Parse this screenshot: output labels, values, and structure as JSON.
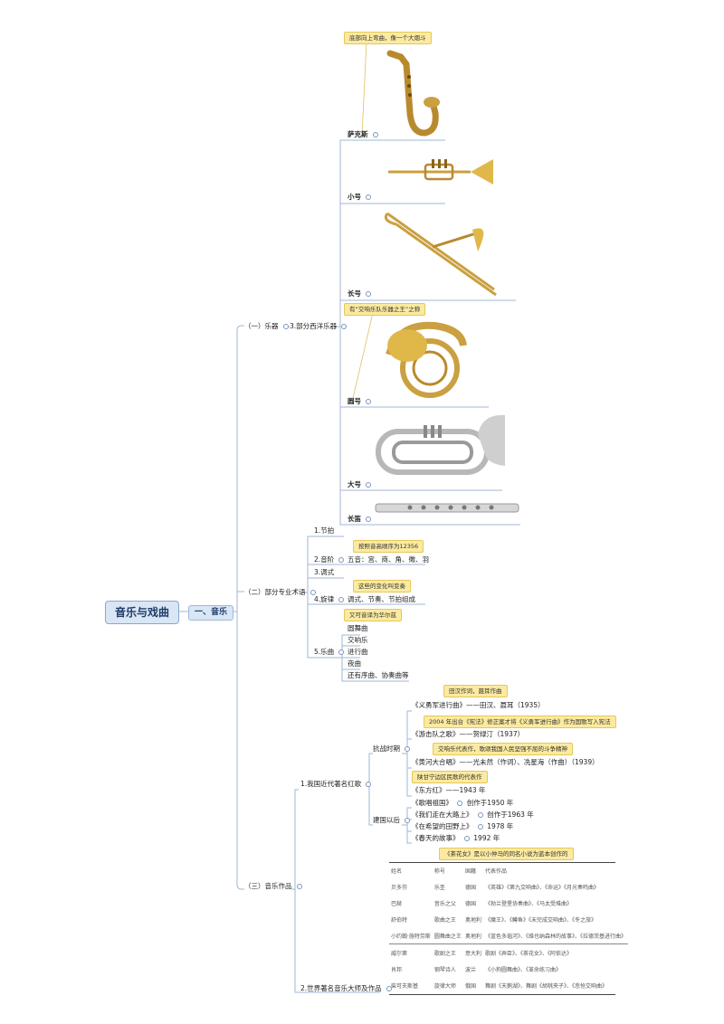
{
  "root": "音乐与戏曲",
  "level1": "一、音乐",
  "section1": {
    "label": "（一）乐器",
    "sub": "3.部分西洋乐器",
    "instruments": [
      {
        "name": "萨克斯",
        "note": "底部向上弯曲，像一个大烟斗",
        "icon": "saxophone-icon"
      },
      {
        "name": "小号",
        "icon": "trumpet-icon"
      },
      {
        "name": "长号",
        "icon": "trombone-icon"
      },
      {
        "name": "圆号",
        "note": "有“交响乐队乐器之王”之称",
        "icon": "french-horn-icon"
      },
      {
        "name": "大号",
        "icon": "tuba-icon"
      },
      {
        "name": "长笛",
        "icon": "flute-icon"
      }
    ]
  },
  "section2": {
    "label": "（二）部分专业术语",
    "terms": {
      "t1": "1.节拍",
      "t2": "2.音阶",
      "t2_note": "按照音高顺序为12356",
      "t2_detail": "五音：宫、商、角、徵、羽",
      "t3": "3.调式",
      "t4": "4.旋律",
      "t4_note": "这些的变化叫变奏",
      "t4_detail": "调式、节奏、节拍组成",
      "t5": "5.乐曲",
      "t5_note": "又可音译为华尔兹",
      "t5_items": [
        "圆舞曲",
        "交响乐",
        "进行曲",
        "夜曲",
        "还有序曲、协奏曲等"
      ]
    }
  },
  "section3": {
    "label": "（三）音乐作品",
    "sub1": "1.我国近代著名红歌",
    "war_label": "抗战时期",
    "war": [
      {
        "note": "田汉作词，聂耳作曲",
        "text": "《义勇军进行曲》——田汉、聂耳（1935）"
      },
      {
        "note": "2004 年出台《宪法》修正案才将《义勇军进行曲》作为国歌写入宪法",
        "text": "《游击队之歌》——贺绿汀（1937）"
      },
      {
        "note": "交响乐代表作，歌颂我国人民坚强不屈的斗争精神",
        "text": "《黄河大合唱》——光未然（作词）、冼星海（作曲）（1939）"
      },
      {
        "note": "陕甘宁边区民歌的代表作",
        "text": "《东方红》——1943 年"
      }
    ],
    "post_label": "建国以后",
    "post": [
      {
        "title": "《歌唱祖国》",
        "year": "创作于1950 年"
      },
      {
        "title": "《我们走在大路上》",
        "year": "创作于1963 年"
      },
      {
        "title": "《在希望的田野上》",
        "year": "1978 年"
      },
      {
        "title": "《春天的故事》",
        "year": "1992 年"
      }
    ],
    "sub2": "2.世界著名音乐大师及作品",
    "table_note": "《茶花女》是以小仲马的同名小说为蓝本创作的",
    "table_rows": [
      [
        "姓名",
        "称号",
        "国籍",
        "代表作品"
      ],
      [
        "贝多芬",
        "乐圣",
        "德国",
        "《英雄》《第九交响曲》、《命运》《月光奏鸣曲》"
      ],
      [
        "巴赫",
        "音乐之父",
        "德国",
        "《勃兰登堡协奏曲》、《马太受难曲》"
      ],
      [
        "舒伯特",
        "歌曲之王",
        "奥地利",
        "《魔王》、《鳟鱼》《未完成交响曲》、《冬之旅》"
      ],
      [
        "小约翰·施特劳斯",
        "圆舞曲之王",
        "奥地利",
        "《蓝色多瑙河》、《维也纳森林的故事》、《拉德茨基进行曲》"
      ],
      [
        "威尔第",
        "歌剧之王",
        "意大利",
        "歌剧《弄臣》、《茶花女》、《阿依达》"
      ],
      [
        "肖邦",
        "钢琴诗人",
        "波兰",
        "《小狗圆舞曲》、《革命练习曲》"
      ],
      [
        "柴可夫斯基",
        "旋律大师",
        "俄国",
        "舞剧《天鹅湖》、舞剧《胡桃夹子》、《悲怆交响曲》"
      ]
    ]
  }
}
